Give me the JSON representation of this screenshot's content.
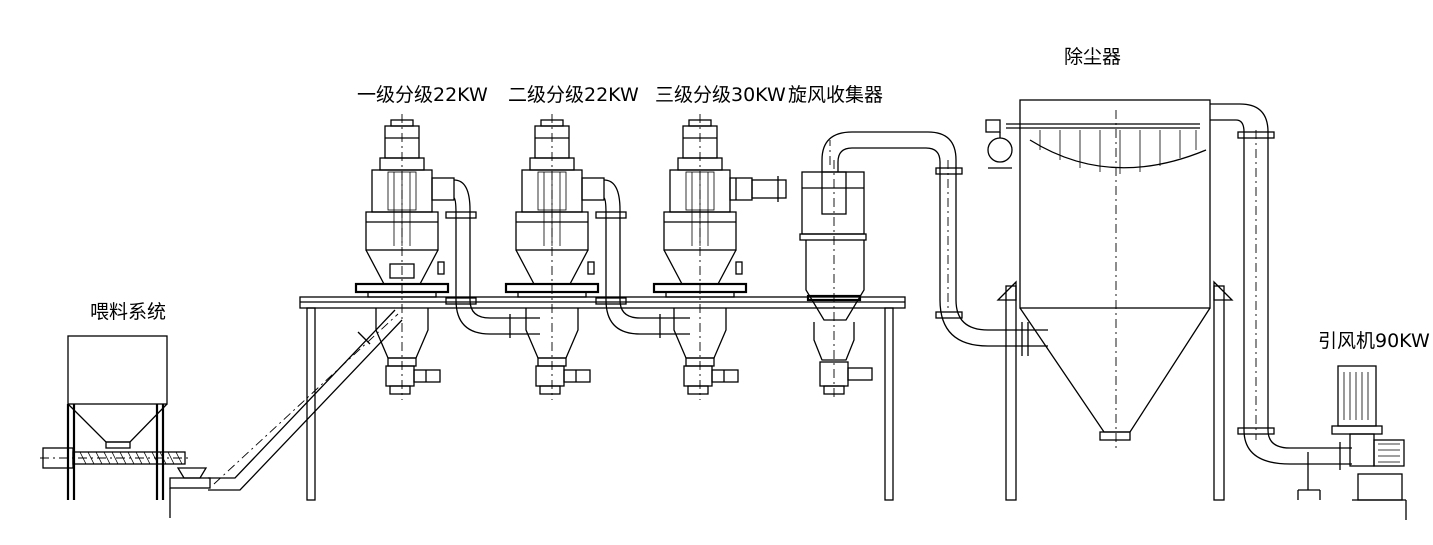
{
  "labels": {
    "feeding_system": "喂料系统",
    "classifier_1": "一级分级22KW",
    "classifier_2": "二级分级22KW",
    "classifier_3": "三级分级30KW",
    "cyclone": "旋风收集器",
    "dust_collector": "除尘器",
    "fan": "引风机90KW"
  },
  "colors": {
    "line": "#000000",
    "background": "#ffffff"
  }
}
